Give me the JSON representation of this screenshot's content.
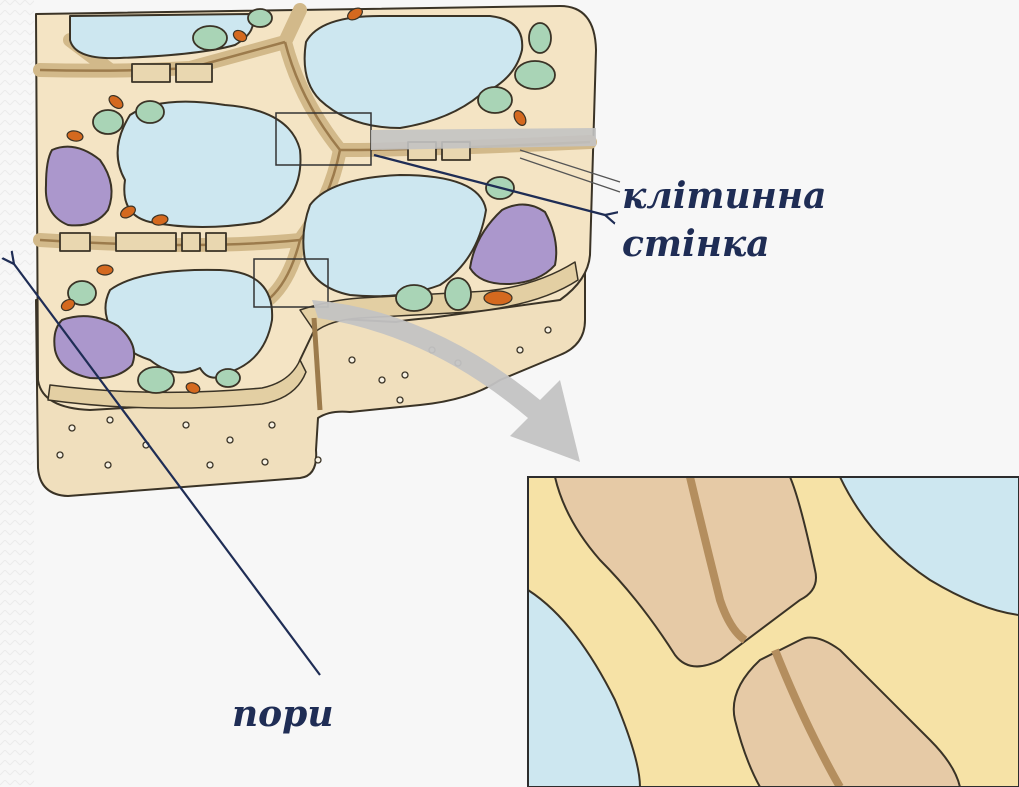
{
  "labels": {
    "cell_wall_line1": "клітинна",
    "cell_wall_line2": "стінка",
    "pores": "пори"
  },
  "colors": {
    "background": "#f7f7f7",
    "wall": "#f4e4c4",
    "wall_band": "#e3cfa3",
    "outline": "#3a3326",
    "vacuole": "#cde7f0",
    "chloroplast": "#a9d4b6",
    "nucleus": "#ab97cc",
    "mitochondrion": "#d4691f",
    "zoom_cytoplasm": "#f6e2a6",
    "zoom_wall": "#e6caa6",
    "zoom_middle_lamella": "#b48e5e",
    "callout_arrow": "#c3c3c3",
    "label_text": "#1f2d55",
    "pointer": "#1f2d55"
  }
}
